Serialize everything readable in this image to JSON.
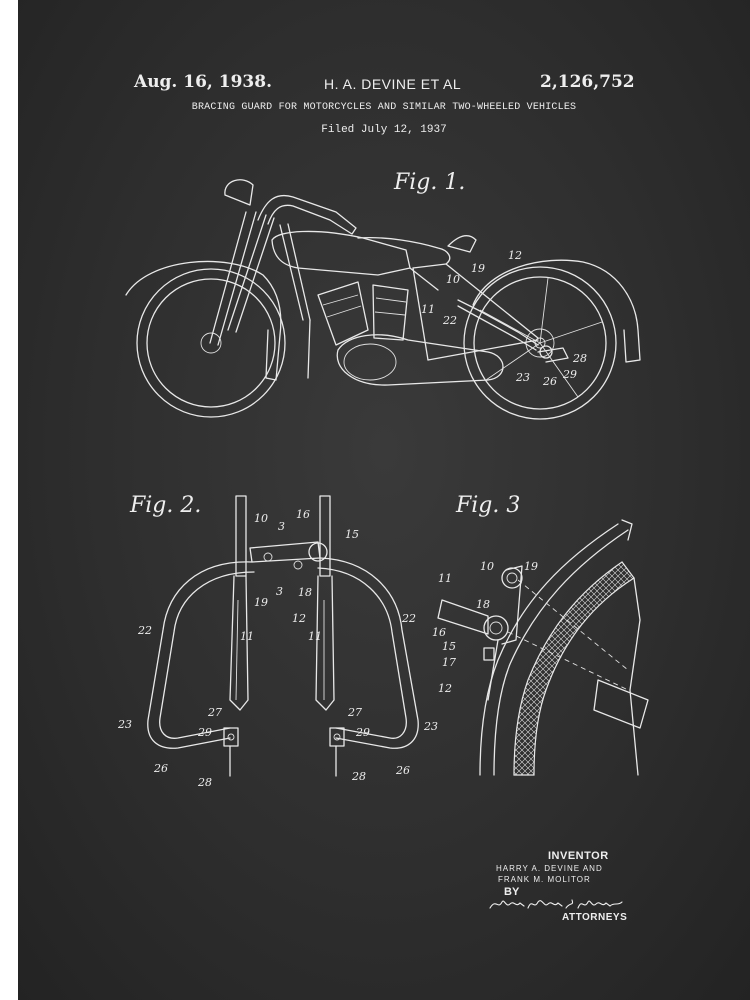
{
  "header": {
    "date": "Aug. 16, 1938.",
    "inventors": "H. A. DEVINE ET AL",
    "patent_number": "2,126,752",
    "title": "BRACING GUARD FOR MOTORCYCLES AND SIMILAR TWO-WHEELED VEHICLES",
    "filed": "Filed July 12, 1937"
  },
  "figures": {
    "fig1": {
      "label": "Fig. 1.",
      "refs": {
        "r12": "12",
        "r10": "10",
        "r19": "19",
        "r11": "11",
        "r22": "22",
        "r28": "28",
        "r23": "23",
        "r26": "26",
        "r29": "29"
      }
    },
    "fig2": {
      "label": "Fig. 2.",
      "refs": {
        "r10": "10",
        "r3a": "3",
        "r16": "16",
        "r15": "15",
        "r3b": "3",
        "r18": "18",
        "r19": "19",
        "r12": "12",
        "r22l": "22",
        "r22r": "22",
        "r11l": "11",
        "r11r": "11",
        "r27l": "27",
        "r27r": "27",
        "r29l": "29",
        "r29r": "29",
        "r23l": "23",
        "r23r": "23",
        "r26l": "26",
        "r26r": "26",
        "r28l": "28",
        "r28r": "28"
      }
    },
    "fig3": {
      "label": "Fig. 3",
      "refs": {
        "r10": "10",
        "r19": "19",
        "r11": "11",
        "r18": "18",
        "r16": "16",
        "r15": "15",
        "r17": "17",
        "r12": "12"
      }
    }
  },
  "signature_block": {
    "heading": "INVENTOR",
    "name_1": "HARRY A. DEVINE AND",
    "name_2": "FRANK M. MOLITOR",
    "by": "BY",
    "attorney_signature": "Whaley, Whaley & Whaley",
    "attorneys": "ATTORNEYS"
  },
  "colors": {
    "background": "#2e2e2e",
    "chalk": "#eeeeee"
  }
}
